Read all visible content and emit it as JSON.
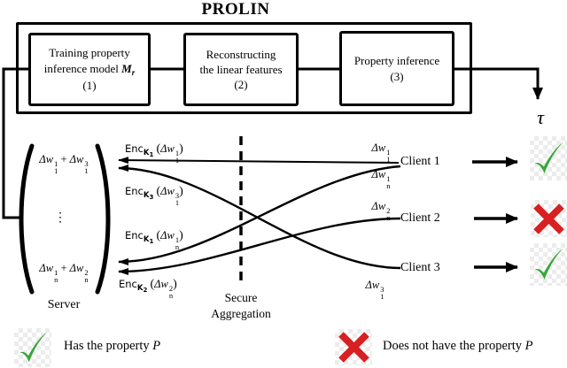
{
  "title": "PROLIN",
  "pipeline": {
    "box1": {
      "line1": "Training property",
      "line2": "inference model",
      "math_base": "M",
      "math_sub": "r",
      "num": "(1)"
    },
    "box2": {
      "line1": "Reconstructing",
      "line2": "the linear features",
      "num": "(2)"
    },
    "box3": {
      "line1": "Property inference",
      "num": "(3)"
    },
    "output_symbol": "τ"
  },
  "delims": {
    "l": "(",
    "r": ")",
    "plus": "+"
  },
  "server": {
    "label": "Server",
    "row1": {
      "t1": {
        "base": "Δw",
        "sup": "1",
        "sub": "1"
      },
      "t2": {
        "base": "Δw",
        "sup": "3",
        "sub": "1"
      }
    },
    "dots": "⋮",
    "row2": {
      "t1": {
        "base": "Δw",
        "sup": "1",
        "sub": "n"
      },
      "t2": {
        "base": "Δw",
        "sup": "2",
        "sub": "n"
      }
    }
  },
  "enc": [
    {
      "fn": "Enc",
      "key": "K",
      "keysub": "1",
      "arg": {
        "base": "Δw",
        "sup": "1",
        "sub": "1"
      }
    },
    {
      "fn": "Enc",
      "key": "K",
      "keysub": "3",
      "arg": {
        "base": "Δw",
        "sup": "3",
        "sub": "1"
      }
    },
    {
      "fn": "Enc",
      "key": "K",
      "keysub": "1",
      "arg": {
        "base": "Δw",
        "sup": "1",
        "sub": "n"
      }
    },
    {
      "fn": "Enc",
      "key": "K",
      "keysub": "2",
      "arg": {
        "base": "Δw",
        "sup": "2",
        "sub": "n"
      }
    }
  ],
  "aggregation": {
    "line1": "Secure",
    "line2": "Aggregation"
  },
  "clients": [
    {
      "name": "Client 1",
      "status": "check",
      "delta_top": {
        "base": "Δw",
        "sup": "1",
        "sub": "1"
      },
      "delta_bottom": {
        "base": "Δw",
        "sup": "1",
        "sub": "n"
      }
    },
    {
      "name": "Client 2",
      "status": "cross",
      "delta_top": {
        "base": "Δw",
        "sup": "2",
        "sub": "n"
      }
    },
    {
      "name": "Client 3",
      "status": "check",
      "delta_bottom": {
        "base": "Δw",
        "sup": "3",
        "sub": "1"
      }
    }
  ],
  "legend": {
    "has": {
      "text": "Has the property",
      "math": "P"
    },
    "not": {
      "text": "Does not have the property",
      "math": "P"
    }
  },
  "colors": {
    "check_green": "#3aa63c",
    "cross_red": "#d62021",
    "line": "#000000",
    "checker": "#ececec"
  }
}
